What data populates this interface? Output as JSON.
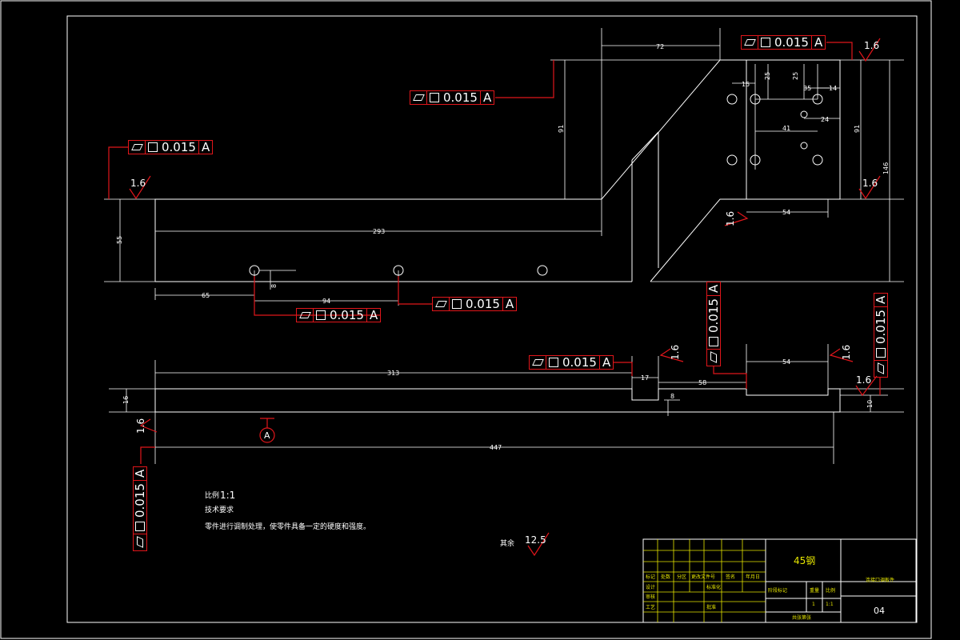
{
  "tolerances": {
    "value": "0.015",
    "datum": "A"
  },
  "dimensions": {
    "d72": "72",
    "d15": "15",
    "d25a": "25",
    "d25b": "25",
    "d35": "35",
    "d14": "14",
    "d91a": "91",
    "d91b": "91",
    "d41": "41",
    "d24": "24",
    "d146": "146",
    "d54a": "54",
    "d55": "55",
    "d293": "293",
    "d65": "65",
    "d94": "94",
    "d8a": "8",
    "d313": "313",
    "d17": "17",
    "d58": "58",
    "d54b": "54",
    "d16": "16",
    "d8b": "8",
    "d10": "10",
    "d447": "447"
  },
  "roughness": {
    "r16": "1.6",
    "r125": "12.5"
  },
  "datum_label": "A",
  "notes": {
    "scale_label": "比例",
    "scale_value": "1:1",
    "tech_title": "技术要求",
    "tech_text": "零件进行调制处理，使零件具备一定的硬度和强度。",
    "rest": "其余"
  },
  "title_block": {
    "material": "45钢",
    "part_name": "连接口调板件",
    "drawing_no": "04",
    "qty": "1",
    "scale": "1:1",
    "header_cells": [
      "标记",
      "处数",
      "分区",
      "更改文件号",
      "签名",
      "年月日"
    ],
    "row_labels": [
      "设计",
      "审核",
      "工艺"
    ],
    "row_labels2": [
      "标准化",
      "",
      "批准"
    ],
    "stage_label": "阶段标记",
    "weight_label": "重量",
    "scale_label": "比例",
    "sheet_label": "共张第张"
  }
}
